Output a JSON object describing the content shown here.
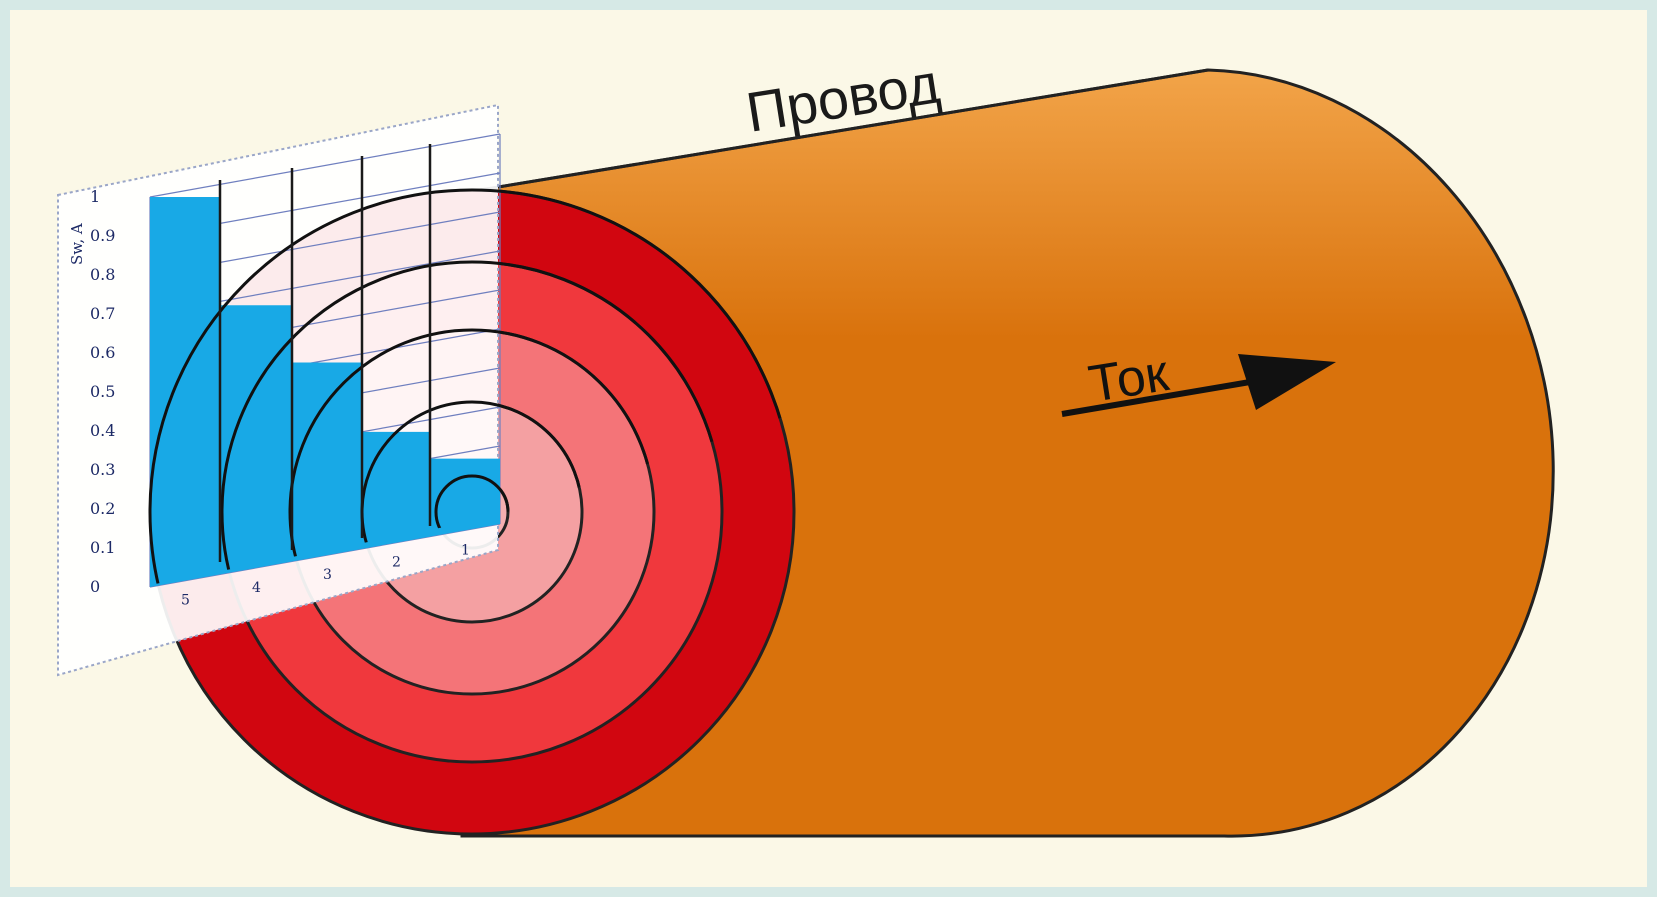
{
  "labels": {
    "wire": "Провод",
    "current": "Ток"
  },
  "colors": {
    "wire_body": "#d9720c",
    "wire_highlight": "#f2a449",
    "ring_outer": "#d10610",
    "ring_2": "#f0383d",
    "ring_3": "#f47478",
    "ring_4": "#f4a0a2",
    "ring_core": "#f5aeb0",
    "bars": "#18a9e6",
    "frame_border": "#d6e9e6"
  },
  "chart_data": {
    "type": "bar",
    "ylabel": "Sw, A",
    "ylim": [
      0,
      1
    ],
    "y_ticks": [
      "0",
      "0.1",
      "0.2",
      "0.3",
      "0.4",
      "0.5",
      "0.6",
      "0.7",
      "0.8",
      "0.9",
      "1"
    ],
    "categories": [
      "5",
      "4",
      "3",
      "2",
      "1"
    ],
    "values": [
      1.0,
      0.69,
      0.51,
      0.3,
      0.2
    ],
    "grid": true
  }
}
